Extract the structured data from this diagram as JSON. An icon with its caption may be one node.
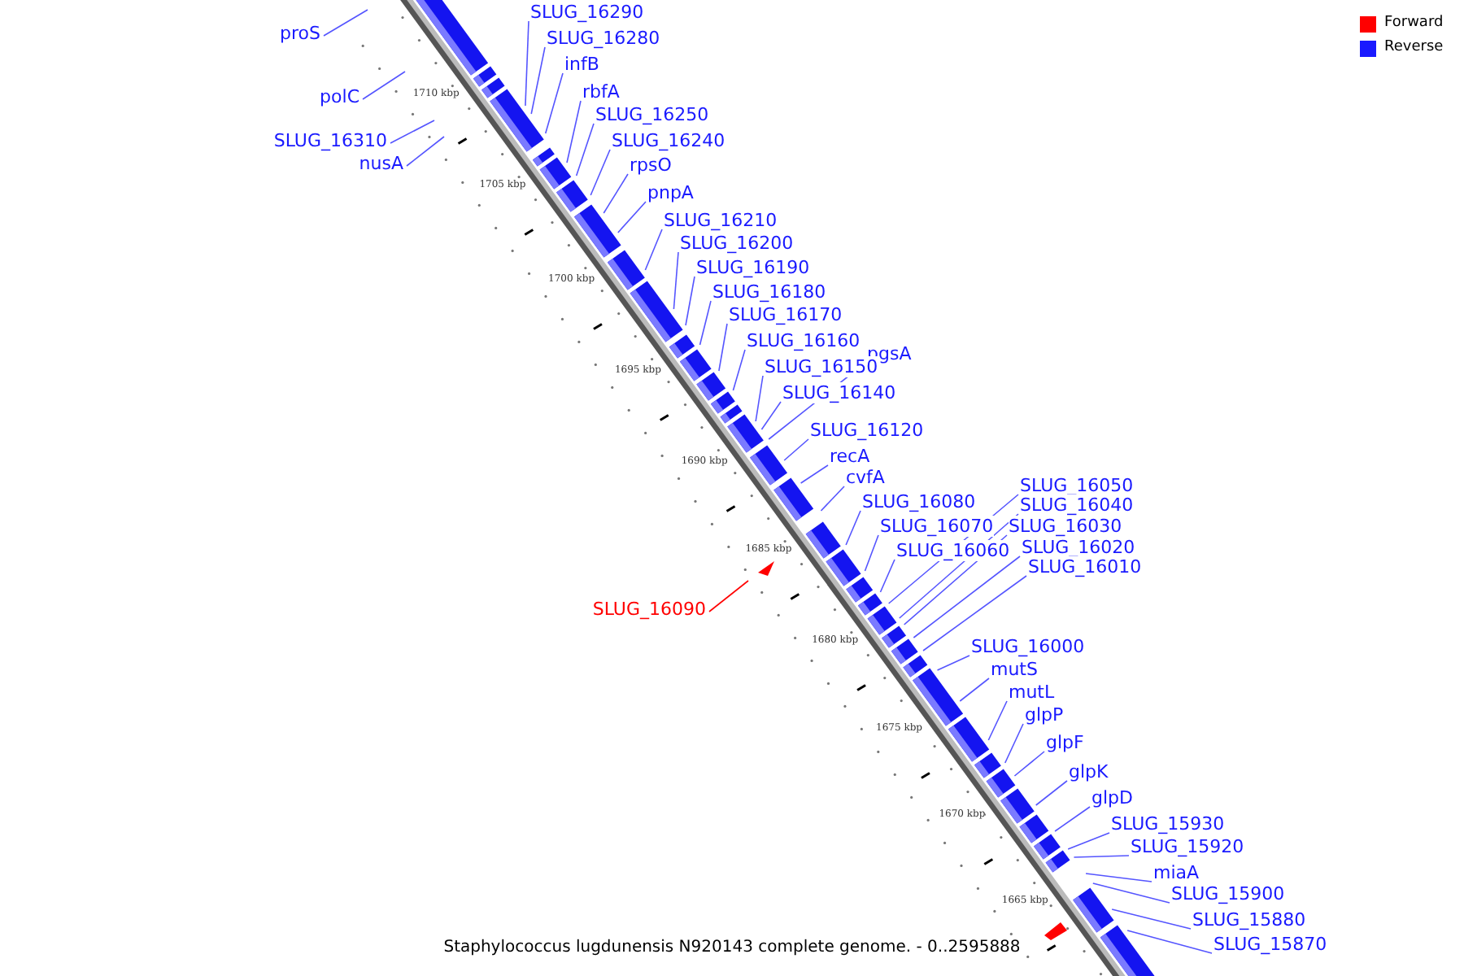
{
  "diagram": {
    "caption": "Staphylococcus lugdunensis N920143 complete genome. - 0..2595888",
    "nodes": [
      {
        "text": [
          "proS"
        ]
      },
      {
        "text": [
          "SLUG_16290"
        ]
      },
      {
        "text": [
          "SLUG_16280"
        ]
      },
      {
        "text": [
          "infB"
        ]
      },
      {
        "text": [
          "rbfA"
        ]
      },
      {
        "text": [
          "polC"
        ]
      },
      {
        "text": [
          "SLUG_16250"
        ]
      },
      {
        "text": [
          "SLUG_16310"
        ]
      },
      {
        "text": [
          "SLUG_16240"
        ]
      },
      {
        "text": [
          "nusA"
        ]
      },
      {
        "text": [
          "rpsO"
        ]
      },
      {
        "text": [
          "pnpA"
        ]
      },
      {
        "text": [
          "SLUG_16210"
        ]
      },
      {
        "text": [
          "SLUG_16200"
        ]
      },
      {
        "text": [
          "SLUG_16190"
        ]
      },
      {
        "text": [
          "SLUG_16180"
        ]
      },
      {
        "text": [
          "SLUG_16170"
        ]
      },
      {
        "text": [
          "SLUG_16160"
        ]
      },
      {
        "text": [
          "pgsA"
        ]
      },
      {
        "text": [
          "SLUG_16150"
        ]
      },
      {
        "text": [
          "SLUG_16140"
        ]
      },
      {
        "text": [
          "SLUG_16120"
        ]
      },
      {
        "text": [
          "recA"
        ]
      },
      {
        "text": [
          "cvfA"
        ]
      },
      {
        "text": [
          "SLUG_16050"
        ]
      },
      {
        "text": [
          "SLUG_16080"
        ]
      },
      {
        "text": [
          "SLUG_16040"
        ]
      },
      {
        "text": [
          "SLUG_16070"
        ]
      },
      {
        "text": [
          "SLUG_16030"
        ]
      },
      {
        "text": [
          "SLUG_16020"
        ]
      },
      {
        "text": [
          "SLUG_16060"
        ]
      },
      {
        "text": [
          "SLUG_16010"
        ]
      },
      {
        "text": [
          "SLUG_16090"
        ]
      },
      {
        "text": [
          "SLUG_16000"
        ]
      },
      {
        "text": [
          "mutS"
        ]
      },
      {
        "text": [
          "mutL"
        ]
      },
      {
        "text": [
          "glpP"
        ]
      },
      {
        "text": [
          "glpF"
        ]
      },
      {
        "text": [
          "glpK"
        ]
      },
      {
        "text": [
          "glpD"
        ]
      },
      {
        "text": [
          "SLUG_15930"
        ]
      },
      {
        "text": [
          "SLUG_15920"
        ]
      },
      {
        "text": [
          "miaA"
        ]
      },
      {
        "text": [
          "SLUG_15900"
        ]
      },
      {
        "text": [
          "SLUG_15880"
        ]
      },
      {
        "text": [
          "SLUG_15870"
        ]
      }
    ],
    "edges": [
      {
        "from": 0,
        "to": null,
        "arrow": "none"
      },
      {
        "from": 1,
        "to": null,
        "arrow": "none"
      },
      {
        "from": 2,
        "to": null,
        "arrow": "none"
      },
      {
        "from": 3,
        "to": null,
        "arrow": "none"
      },
      {
        "from": 4,
        "to": null,
        "arrow": "none"
      },
      {
        "from": 5,
        "to": null,
        "arrow": "none"
      },
      {
        "from": 6,
        "to": null,
        "arrow": "none"
      },
      {
        "from": 7,
        "to": null,
        "arrow": "none"
      },
      {
        "from": 8,
        "to": null,
        "arrow": "none"
      },
      {
        "from": 9,
        "to": null,
        "arrow": "none"
      },
      {
        "from": 10,
        "to": null,
        "arrow": "none"
      },
      {
        "from": 11,
        "to": null,
        "arrow": "none"
      },
      {
        "from": 12,
        "to": null,
        "arrow": "none"
      },
      {
        "from": 13,
        "to": null,
        "arrow": "none"
      },
      {
        "from": 14,
        "to": null,
        "arrow": "none"
      },
      {
        "from": 15,
        "to": null,
        "arrow": "none"
      },
      {
        "from": 16,
        "to": null,
        "arrow": "none"
      },
      {
        "from": 17,
        "to": null,
        "arrow": "none"
      },
      {
        "from": 18,
        "to": null,
        "arrow": "none"
      },
      {
        "from": 19,
        "to": null,
        "arrow": "none"
      },
      {
        "from": 20,
        "to": null,
        "arrow": "none"
      },
      {
        "from": 21,
        "to": null,
        "arrow": "none"
      },
      {
        "from": 22,
        "to": null,
        "arrow": "none"
      },
      {
        "from": 23,
        "to": null,
        "arrow": "none"
      },
      {
        "from": 24,
        "to": null,
        "arrow": "none"
      },
      {
        "from": 25,
        "to": null,
        "arrow": "none"
      },
      {
        "from": 26,
        "to": null,
        "arrow": "none"
      },
      {
        "from": 27,
        "to": null,
        "arrow": "none"
      },
      {
        "from": 28,
        "to": null,
        "arrow": "none"
      },
      {
        "from": 29,
        "to": null,
        "arrow": "none"
      },
      {
        "from": 30,
        "to": null,
        "arrow": "none"
      },
      {
        "from": 31,
        "to": null,
        "arrow": "none"
      },
      {
        "from": 32,
        "to": null,
        "arrow": "none",
        "color": "#ff0000"
      },
      {
        "from": 33,
        "to": null,
        "arrow": "none"
      },
      {
        "from": 34,
        "to": null,
        "arrow": "none"
      },
      {
        "from": 35,
        "to": null,
        "arrow": "none"
      },
      {
        "from": 36,
        "to": null,
        "arrow": "none"
      },
      {
        "from": 37,
        "to": null,
        "arrow": "none"
      },
      {
        "from": 38,
        "to": null,
        "arrow": "none"
      },
      {
        "from": 39,
        "to": null,
        "arrow": "none"
      },
      {
        "from": 40,
        "to": null,
        "arrow": "none"
      },
      {
        "from": 41,
        "to": null,
        "arrow": "none"
      },
      {
        "from": 42,
        "to": null,
        "arrow": "none"
      },
      {
        "from": 43,
        "to": null,
        "arrow": "none"
      },
      {
        "from": 44,
        "to": null,
        "arrow": "none"
      },
      {
        "from": 45,
        "to": null,
        "arrow": "none"
      }
    ],
    "labels": [
      "1710 kbp",
      "1705 kbp",
      "1700 kbp",
      "1695 kbp",
      "1690 kbp",
      "1685 kbp",
      "1680 kbp",
      "1675 kbp",
      "1670 kbp",
      "1665 kbp"
    ],
    "legend": [
      {
        "text": "Forward",
        "color": "#ff0000"
      },
      {
        "text": "Reverse",
        "color": "#1a1aff"
      }
    ]
  }
}
